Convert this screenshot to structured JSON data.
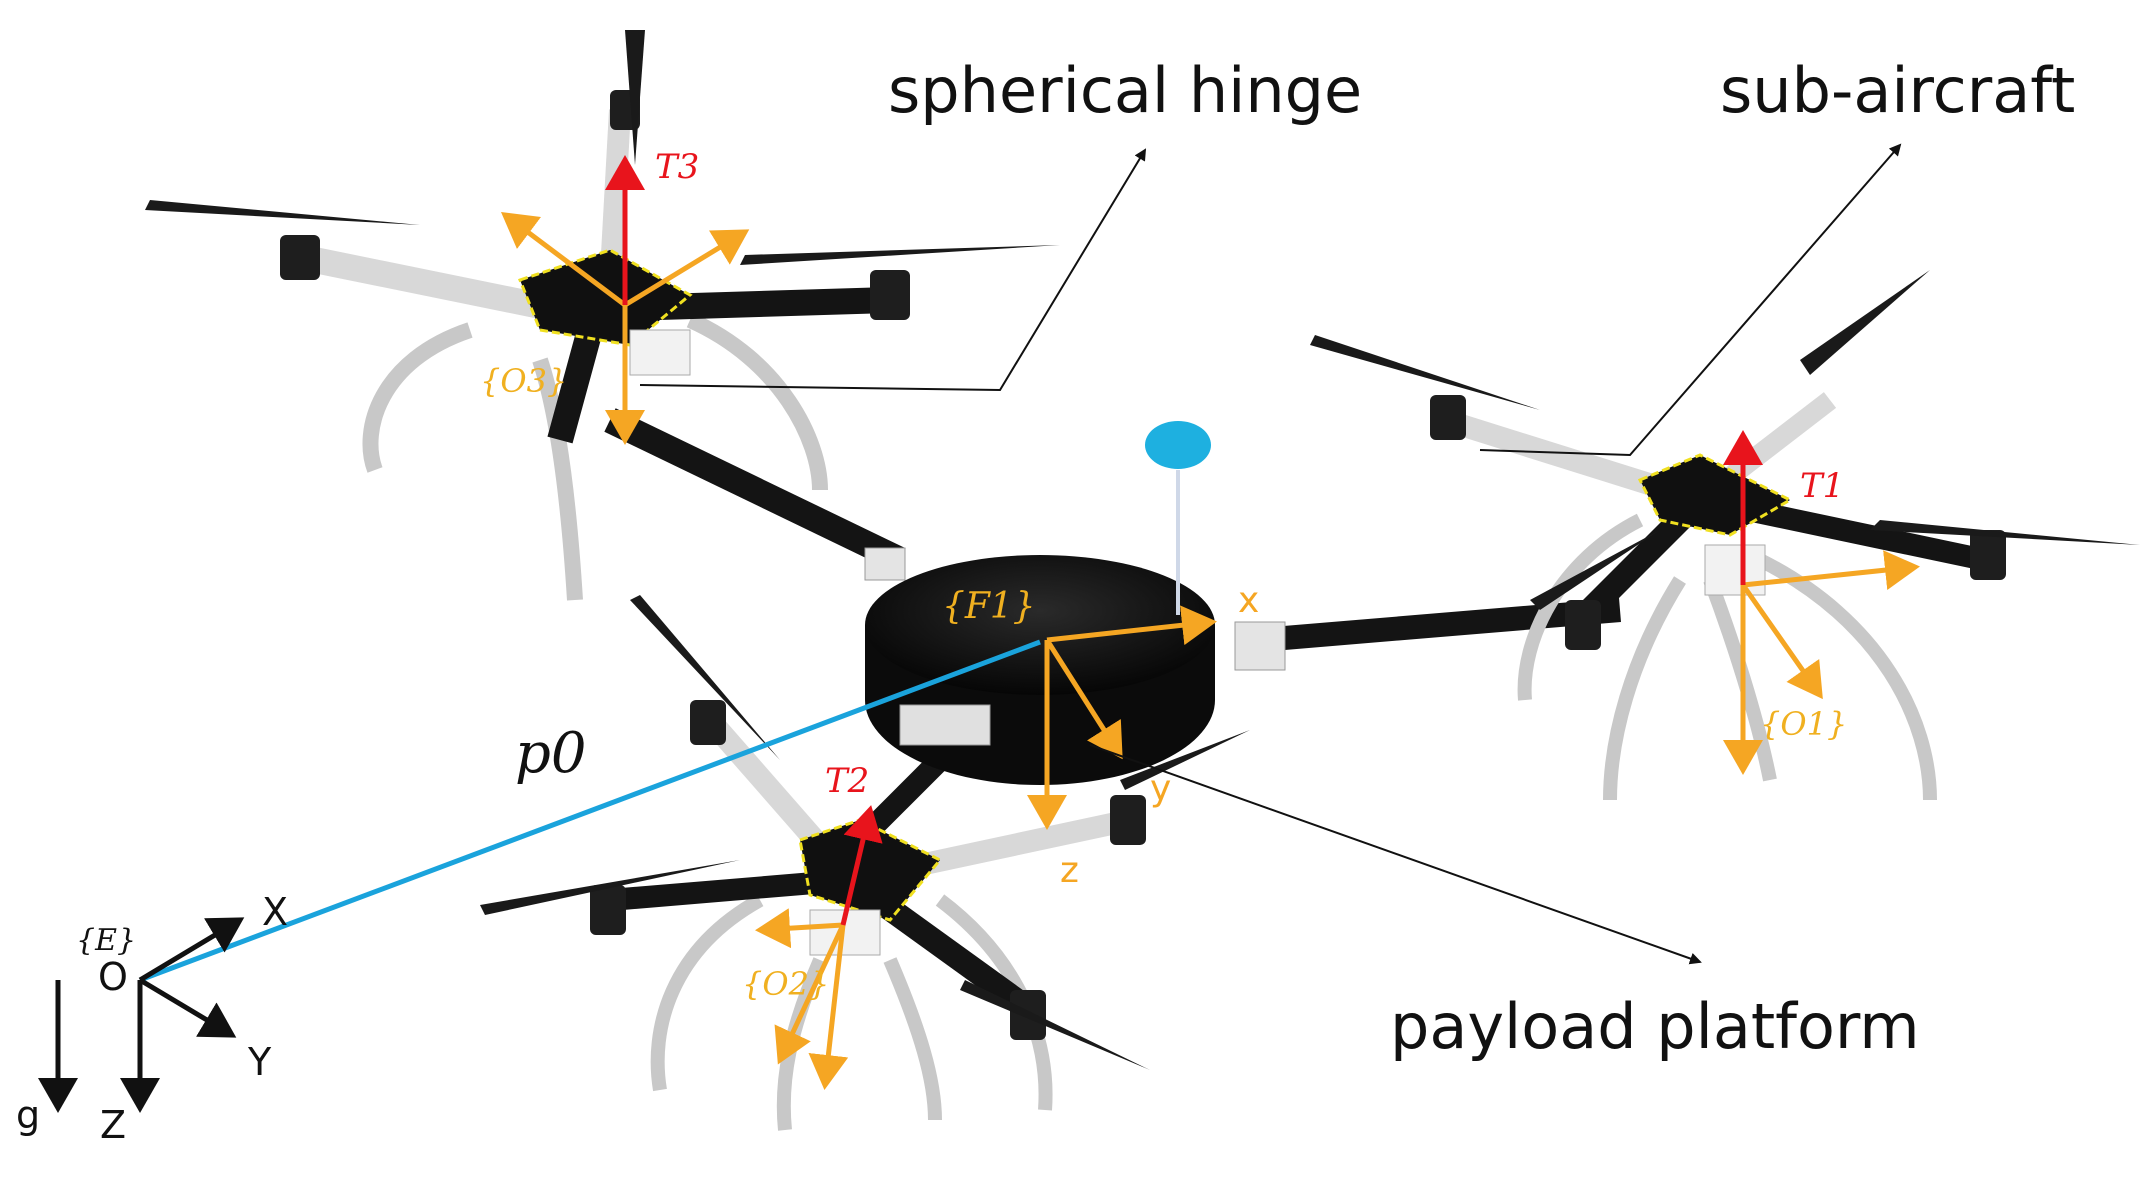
{
  "labels": {
    "spherical_hinge": "spherical hinge",
    "sub_aircraft": "sub-aircraft",
    "payload_platform": "payload platform"
  },
  "frames": {
    "O3": "{O3}",
    "O1": "{O1}",
    "O2": "{O2}",
    "F1": "{F1}",
    "E": "{E}"
  },
  "thrusts": {
    "T1": "T1",
    "T2": "T2",
    "T3": "T3"
  },
  "platform_axes": {
    "x": "x",
    "y": "y",
    "z": "z"
  },
  "earth_axes": {
    "origin": "O",
    "X": "X",
    "Y": "Y",
    "Z": "Z",
    "g": "g"
  },
  "position_vector": "p0",
  "colors": {
    "frame_axis": "#f5a623",
    "frame_label": "#f0b020",
    "thrust": "#e8141c",
    "position_vector": "#1aa3dc",
    "rod": "#1a1a1a",
    "arm_black": "#141414",
    "arm_white": "#d8d8d8",
    "landing_gear": "#c8c8c8",
    "board_outline": "#f0e020",
    "leader_line": "#111111",
    "text": "#111111"
  }
}
